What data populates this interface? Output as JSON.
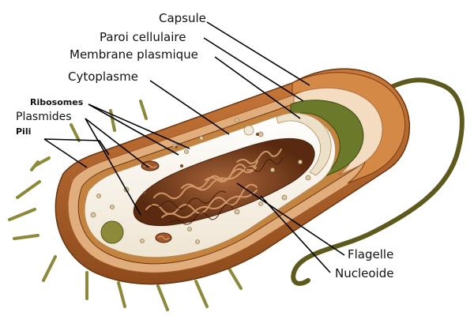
{
  "labels": {
    "capsule": "Capsule",
    "paroi": "Paroi cellulaire",
    "membrane": "Membrane plasmique",
    "cytoplasme": "Cytoplasme",
    "ribosomes": "Ribosomes",
    "plasmides": "Plasmides",
    "pili": "Pili",
    "flagelle": "Flagelle",
    "nucleoide": "Nucleoide"
  },
  "colors": {
    "capsule": "#b5672d",
    "wall": "#e2ad7d",
    "membrane": "#6b7a2a",
    "cytoplasm": "#f8f3ea",
    "nucleoid": "#8a4a25",
    "flagellum": "#5e5a1e",
    "pili": "#8c8a3a"
  }
}
